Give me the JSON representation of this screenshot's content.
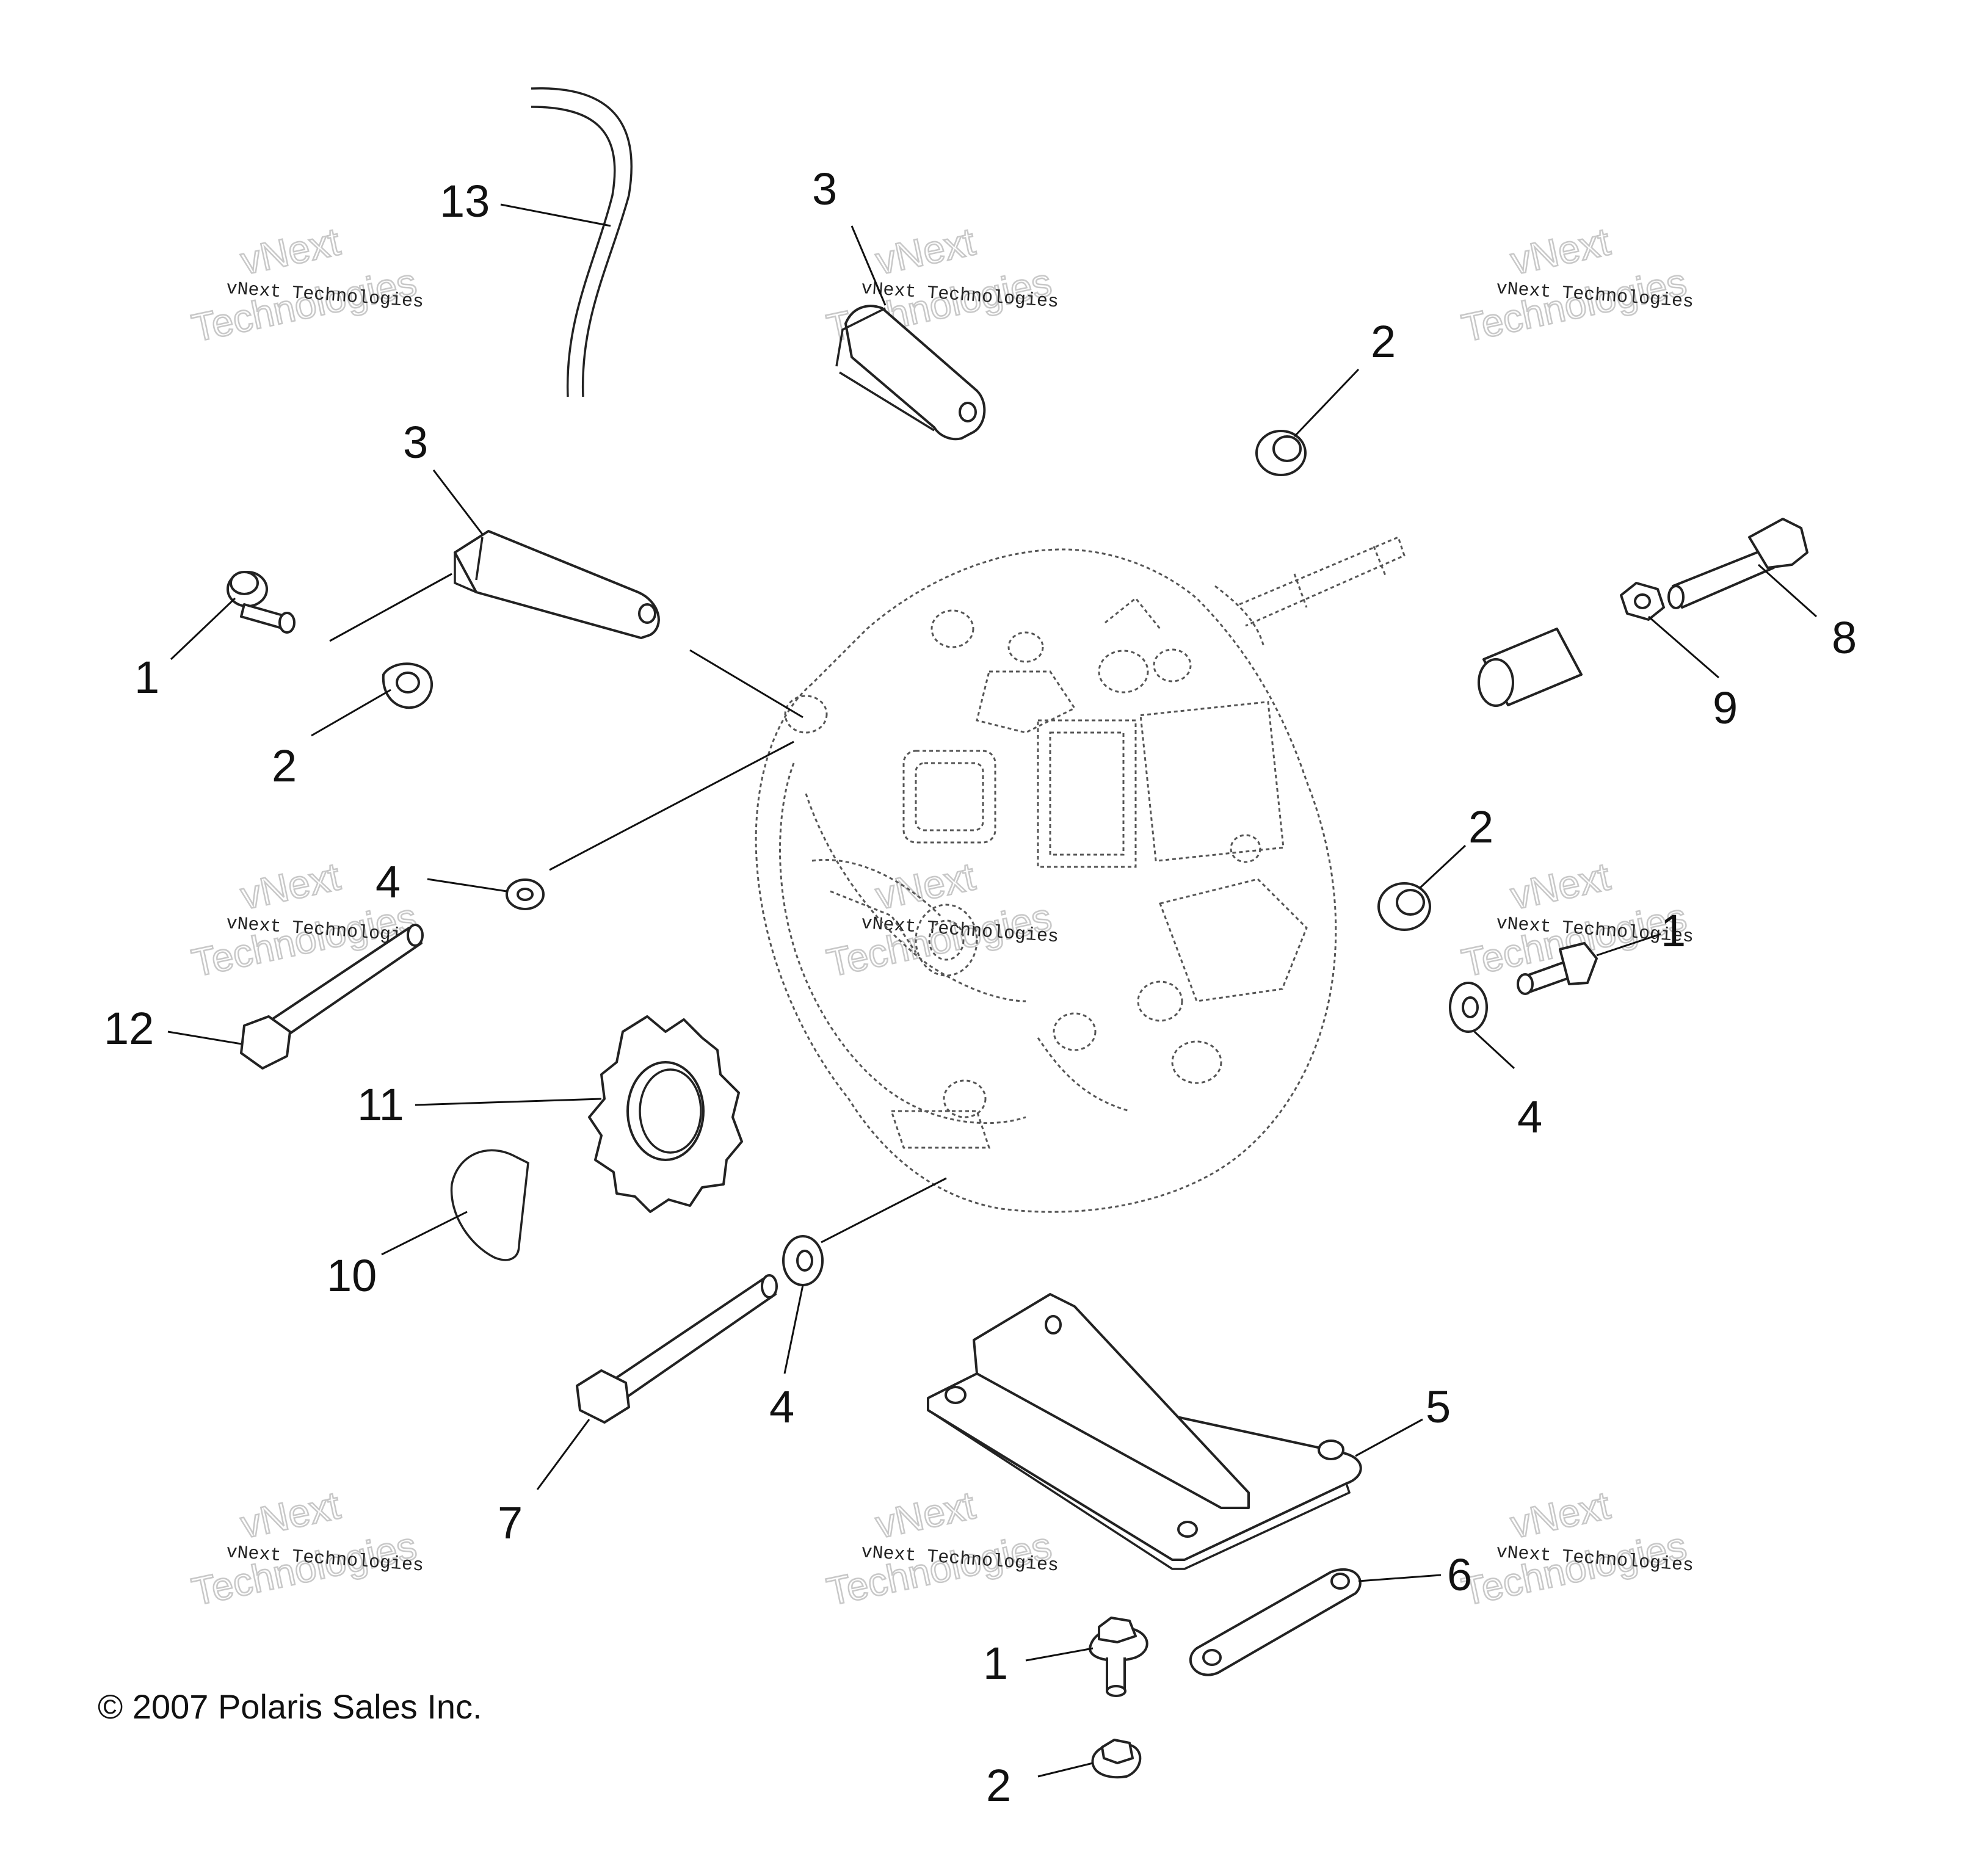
{
  "callouts": {
    "hose_13": "13",
    "bracket_3_top": "3",
    "bracket_3_left": "3",
    "nut_2_top_right": "2",
    "bolt_8": "8",
    "nut_9": "9",
    "bolt_1_left": "1",
    "nut_2_left": "2",
    "washer_4_left": "4",
    "nut_2_right": "2",
    "bolt_1_right": "1",
    "washer_4_right": "4",
    "bolt_12": "12",
    "sprocket_11": "11",
    "ring_10": "10",
    "washer_4_bottom": "4",
    "bolt_7": "7",
    "plate_5": "5",
    "link_6": "6",
    "bolt_1_bottom": "1",
    "nut_2_bottom": "2"
  },
  "watermark": {
    "line1": "vNext Technologies",
    "line2a": "vNext",
    "line2b": "Technologies"
  },
  "copyright": "© 2007 Polaris Sales Inc."
}
